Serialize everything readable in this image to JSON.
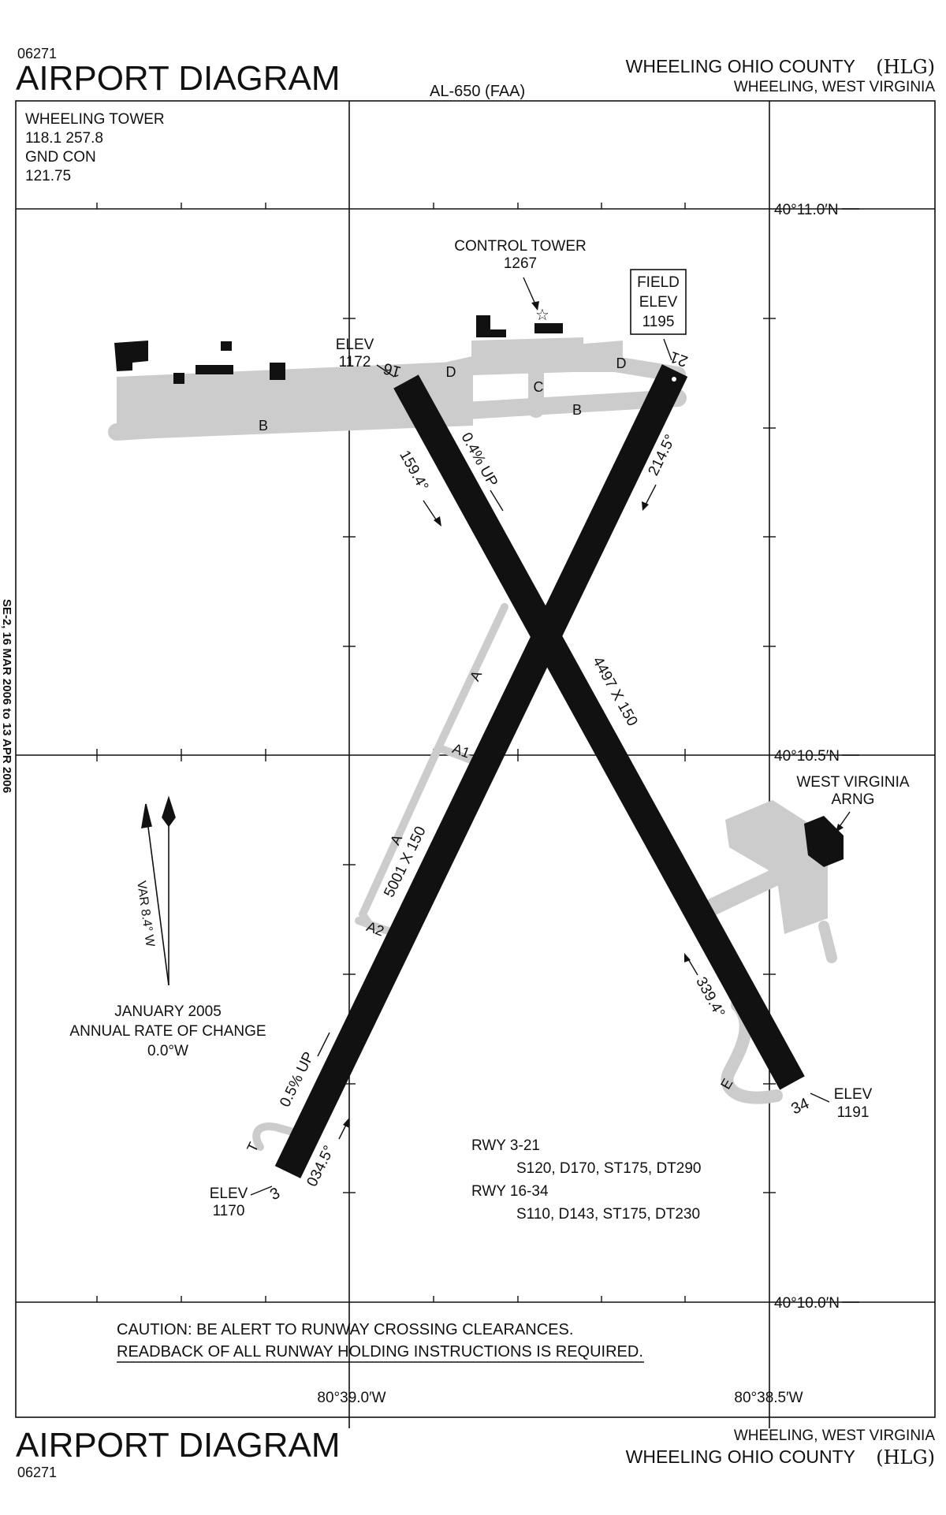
{
  "header": {
    "code": "06271",
    "title": "AIRPORT DIAGRAM",
    "procedure": "AL-650 (FAA)",
    "airport_name": "WHEELING OHIO COUNTY",
    "airport_id": "(HLG)",
    "city_state": "WHEELING, WEST VIRGINIA"
  },
  "footer": {
    "code": "06271",
    "title": "AIRPORT DIAGRAM",
    "city_state": "WHEELING, WEST VIRGINIA",
    "airport_name": "WHEELING OHIO COUNTY",
    "airport_id": "(HLG)"
  },
  "frequencies": {
    "tower_label": "WHEELING TOWER",
    "tower_freqs": "118.1  257.8",
    "ground_label": "GND CON",
    "ground_freq": "121.75"
  },
  "coordinates": {
    "lat_top": "40°11.0′N",
    "lat_mid": "40°10.5′N",
    "lat_bottom": "40°10.0′N",
    "lon_left": "80°39.0′W",
    "lon_right": "80°38.5′W"
  },
  "control_tower": {
    "label": "CONTROL TOWER",
    "height": "1267"
  },
  "field_elev": {
    "line1": "FIELD",
    "line2": "ELEV",
    "value": "1195"
  },
  "runways": [
    {
      "id": "3-21",
      "dimensions": "5001 X 150",
      "gradient": "0.5% UP",
      "end_a": {
        "label": "3",
        "elev_label": "ELEV",
        "elev": "1170",
        "heading": "034.5°"
      },
      "end_b": {
        "label": "21",
        "heading": "214.5°"
      }
    },
    {
      "id": "16-34",
      "dimensions": "4497 X 150",
      "gradient": "0.4% UP",
      "end_a": {
        "label": "16",
        "elev_label": "ELEV",
        "elev": "1172",
        "heading": "159.4°"
      },
      "end_b": {
        "label": "34",
        "elev_label": "ELEV",
        "elev": "1191",
        "heading": "339.4°"
      }
    }
  ],
  "taxiways": {
    "labels": [
      "B",
      "D",
      "C",
      "B",
      "D",
      "A",
      "A1",
      "A",
      "A2",
      "E",
      "T"
    ]
  },
  "arng": {
    "line1": "WEST VIRGINIA",
    "line2": "ARNG"
  },
  "magnetic_variation": {
    "var": "VAR 8.4° W",
    "date": "JANUARY 2005",
    "rate_label": "ANNUAL RATE OF CHANGE",
    "rate": "0.0°W"
  },
  "strengths": [
    {
      "runway": "RWY 3-21",
      "values": "S120, D170, ST175, DT290"
    },
    {
      "runway": "RWY 16-34",
      "values": "S110, D143, ST175, DT230"
    }
  ],
  "caution": {
    "line1": "CAUTION: BE ALERT TO RUNWAY CROSSING CLEARANCES.",
    "line2": "READBACK OF ALL RUNWAY HOLDING INSTRUCTIONS IS REQUIRED."
  },
  "side_text": "SE-2, 16 MAR 2006 to 13 APR 2006",
  "colors": {
    "ink": "#111111",
    "paved": "#cccccc",
    "background": "#ffffff"
  }
}
